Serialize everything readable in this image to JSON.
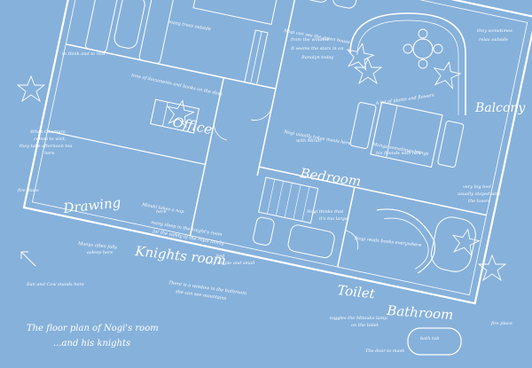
{
  "colors": {
    "background": "#86b1db",
    "line": "#ffffff"
  },
  "title": {
    "line1": "The floor plan of Nogi's room",
    "line2": "...and his knights"
  },
  "rooms": {
    "office": "Office",
    "drawing": "Drawing",
    "knights_room": "Knights room",
    "bedroom": "Bedroom",
    "balcony": "Balcony",
    "toilet": "Toilet",
    "bathroom": "Bathroom"
  },
  "notes": {
    "many_trees": "many trees outside",
    "to_think": "to think and to rest",
    "tons_of_documents": "tons of documents and books on the desk",
    "when_okumura_1": "When Okumura",
    "when_okumura_2": "comes to visit,",
    "when_okumura_3": "they take afternoon tea",
    "when_okumura_4": "here",
    "fireplace_1": "fire place",
    "mizuki_1": "Mizuki takes a nap",
    "mizuki_2": "here",
    "sleep_1": "many sleep in the knight's room",
    "sleep_2": "for the safety of the royal family",
    "manga_1": "Manya often falls",
    "manga_2": "asleep here",
    "bed_1": "bed",
    "bed_2": "very simple and small",
    "there_window_1": "There is a window in the bathroom",
    "there_window_2": "she can see mountains",
    "fireplace_2": "fire place",
    "sun_and_cow": "Sun and Cow stands here",
    "nogi_sun_1": "Nogi can see the green house",
    "nogi_sun_2": "from the window.",
    "nogi_sun_3": "It seems the stars in on",
    "nogi_sun_4": "Ranalyn today",
    "sometimes_1": "they sometimes",
    "sometimes_2": "relax outside",
    "plants": "A lot of plants and flowers",
    "nogi_usually_1": "Nogi usually takes meals here",
    "nogi_usually_2": "with Mirah",
    "manga_sometimes_1": "Manga sometimes brings",
    "manga_sometimes_2": "his friends with him",
    "big_bed_1": "very big bed",
    "big_bed_2": "usually stayed with",
    "big_bed_3": "the lovers",
    "nogi_thinks_1": "Nogi thinks that",
    "nogi_thinks_2": "it's too large",
    "nogi_reads": "Nogi reads books everywhere",
    "toggles_1": "toggles the Mitsuko lamp",
    "toggles_2": "on the toilet",
    "door_to_mask": "The door to mask",
    "bath_tub": "bath tub"
  }
}
